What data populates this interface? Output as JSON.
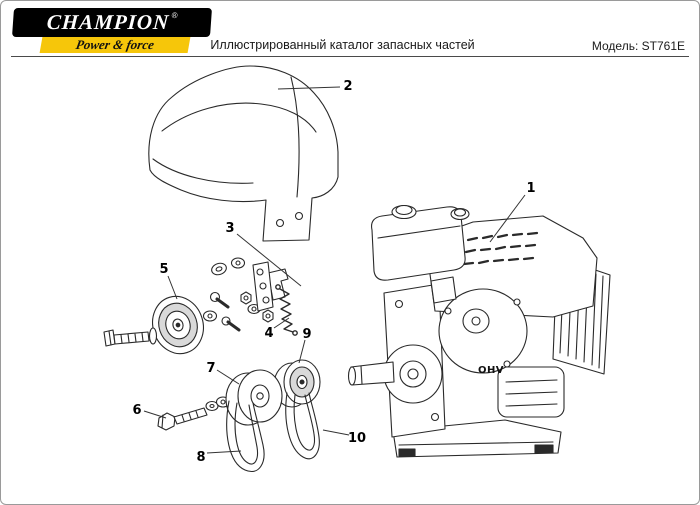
{
  "page": {
    "logo": {
      "wordmark": "CHAMPION",
      "registered": "®",
      "tagline": "Power & force"
    },
    "title": "Иллюстрированный каталог запасных частей",
    "model_label": "Модель: ST761E"
  },
  "diagram": {
    "engine_text": "OHV",
    "callouts": [
      {
        "n": "1"
      },
      {
        "n": "2"
      },
      {
        "n": "3"
      },
      {
        "n": "4"
      },
      {
        "n": "5"
      },
      {
        "n": "6"
      },
      {
        "n": "7"
      },
      {
        "n": "8"
      },
      {
        "n": "9"
      },
      {
        "n": "10"
      }
    ]
  }
}
